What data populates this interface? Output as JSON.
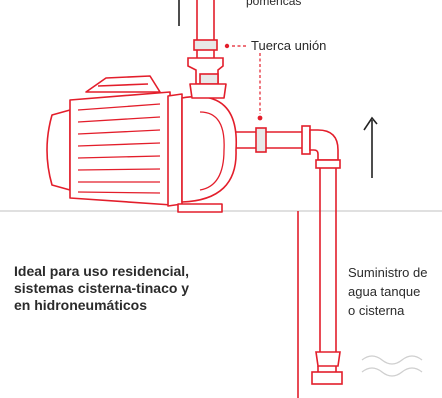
{
  "labels": {
    "top_cut": "pomencas",
    "union_nut": "Tuerca unión"
  },
  "description": {
    "lines": [
      "Ideal para uso residencial,",
      "sistemas cisterna-tinaco y",
      "en hidroneumáticos"
    ]
  },
  "supply": {
    "lines": [
      "Suministro de",
      "agua tanque",
      "o cisterna"
    ]
  },
  "colors": {
    "accent": "#e31e2b",
    "text": "#2a2a2a",
    "ground": "#d6d6d6",
    "water": "#cfcfcf",
    "fitting": "#e8e8e8"
  },
  "icons": [
    "pump-icon",
    "flow-arrow-icon",
    "water-wave-icon",
    "foot-valve-icon"
  ]
}
